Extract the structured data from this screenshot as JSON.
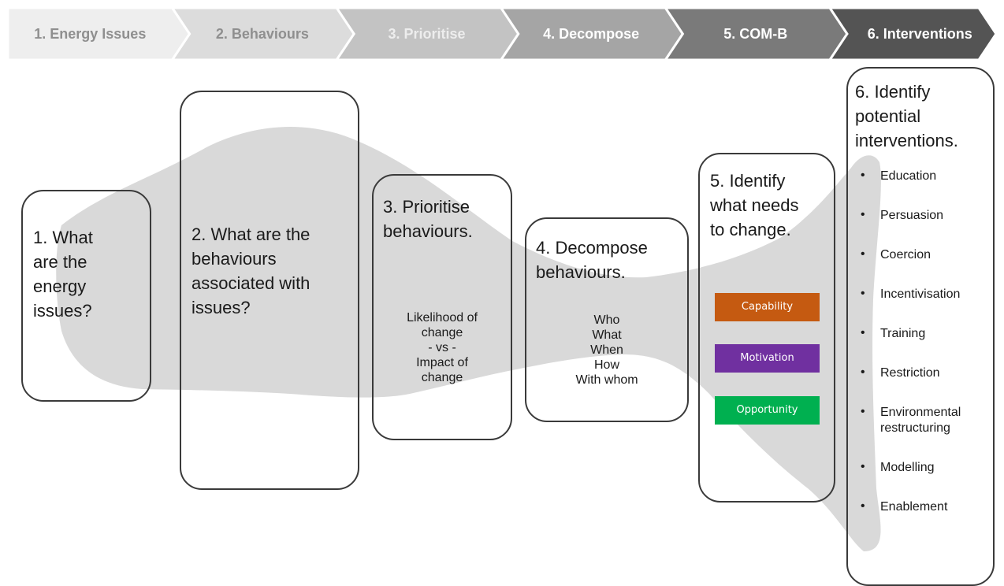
{
  "steps": [
    {
      "label": "1. Energy Issues"
    },
    {
      "label": "2. Behaviours"
    },
    {
      "label": "3. Prioritise"
    },
    {
      "label": "4. Decompose"
    },
    {
      "label": "5. COM-B"
    },
    {
      "label": "6. Interventions"
    }
  ],
  "boxes": {
    "b1": {
      "title": "1. What\nare the\nenergy\nissues?"
    },
    "b2": {
      "title": "2. What are the\nbehaviours\nassociated with\nissues?"
    },
    "b3": {
      "title": "3. Prioritise\nbehaviours.",
      "body": "Likelihood of\nchange\n- vs -\nImpact of\nchange"
    },
    "b4": {
      "title": "4. Decompose\nbehaviours.",
      "body": "Who\nWhat\nWhen\nHow\nWith whom"
    },
    "b5": {
      "title": "5. Identify\nwhat needs\nto change.",
      "tags": [
        "Capability",
        "Motivation",
        "Opportunity"
      ]
    },
    "b6": {
      "title": "6. Identify\npotential\ninterventions.",
      "items": [
        "Education",
        "Persuasion",
        "Coercion",
        "Incentivisation",
        "Training",
        "Restriction",
        "Environmental\nrestructuring",
        "Modelling",
        "Enablement"
      ]
    }
  },
  "colors": {
    "chevrons": [
      "#eeeeee",
      "#dcdcdc",
      "#c3c3c3",
      "#a5a5a5",
      "#7a7a7a",
      "#545454"
    ],
    "chevron_text": [
      "#8f8f8f",
      "#8f8f8f",
      "#ededed",
      "#ffffff",
      "#ffffff",
      "#ffffff"
    ],
    "fish": "#d9d9d9",
    "capability": "#c55a11",
    "motivation": "#7030a0",
    "opportunity": "#00b050"
  }
}
